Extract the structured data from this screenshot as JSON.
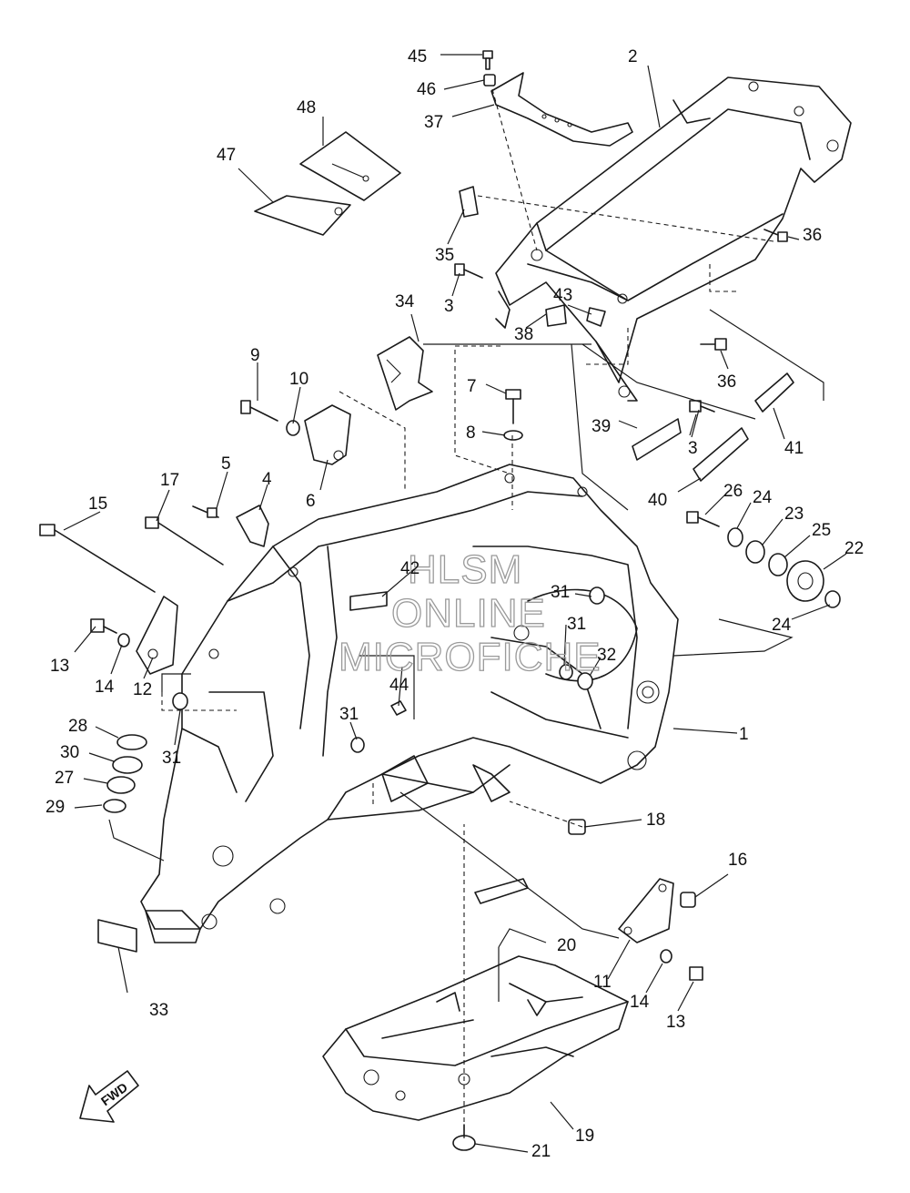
{
  "callouts": {
    "c1": "1",
    "c2": "2",
    "c3a": "3",
    "c3b": "3",
    "c4": "4",
    "c5": "5",
    "c6": "6",
    "c7": "7",
    "c8": "8",
    "c9": "9",
    "c10": "10",
    "c11": "11",
    "c12": "12",
    "c13a": "13",
    "c13b": "13",
    "c14a": "14",
    "c14b": "14",
    "c15": "15",
    "c16": "16",
    "c17": "17",
    "c18": "18",
    "c19": "19",
    "c20": "20",
    "c21": "21",
    "c22": "22",
    "c23": "23",
    "c24a": "24",
    "c24b": "24",
    "c25": "25",
    "c26": "26",
    "c27": "27",
    "c28": "28",
    "c29": "29",
    "c30": "30",
    "c31a": "31",
    "c31b": "31",
    "c31c": "31",
    "c31d": "31",
    "c32": "32",
    "c33": "33",
    "c34": "34",
    "c35": "35",
    "c36a": "36",
    "c36b": "36",
    "c37": "37",
    "c38": "38",
    "c39": "39",
    "c40": "40",
    "c41": "41",
    "c42": "42",
    "c43": "43",
    "c44": "44",
    "c45": "45",
    "c46": "46",
    "c47": "47",
    "c48": "48"
  },
  "watermark": {
    "line1": "HLSM",
    "line2": "ONLINE",
    "line3": "MICROFICHE"
  },
  "fwd_label": "FWD",
  "colors": {
    "ink": "#1a1a1a",
    "watermark": "#9a9a9a",
    "background": "#ffffff"
  }
}
